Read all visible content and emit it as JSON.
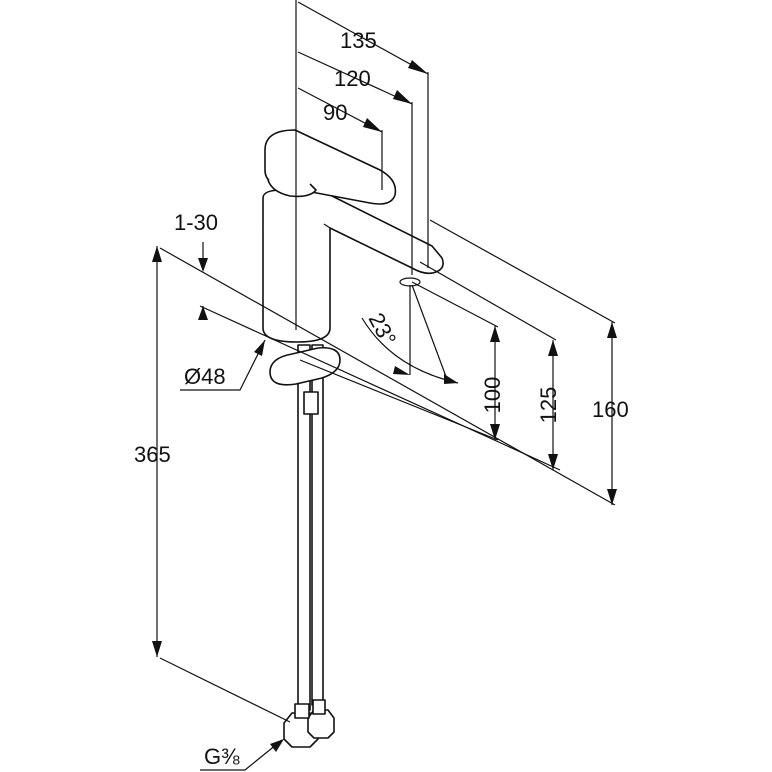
{
  "title": "Basin mixer dimension drawing",
  "dimensions": {
    "reach_135": "135",
    "reach_120": "120",
    "reach_90": "90",
    "deck_thickness": "1-30",
    "base_diameter": "Ø48",
    "spray_angle": "23°",
    "spout_height_100": "100",
    "height_125": "125",
    "height_160": "160",
    "hose_length": "365",
    "connection": "G⅜"
  }
}
